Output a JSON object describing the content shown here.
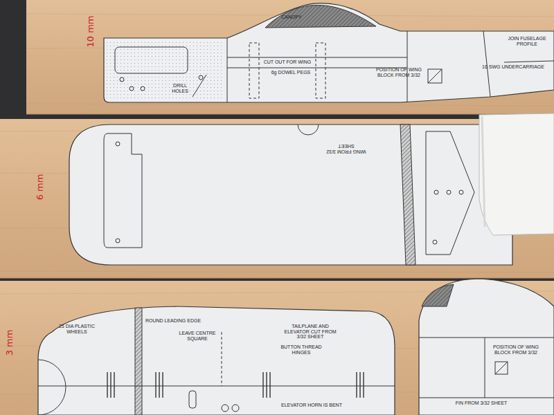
{
  "diagram": {
    "nodes": [
      {
        "text": [
          "CANOPY",
          "CUT OUT FOR WING",
          "6g DOWEL PEGS",
          "POSITION OF WING BLOCK FROM 3/32",
          "DRILL HOLES",
          "JOIN FUSELAGE PROFILE",
          "16 SWG UNDERCARRIAGE"
        ]
      },
      {
        "text": [
          "WING FROM 3/32 SHEET"
        ]
      },
      {
        "text": [
          "25 DIA PLASTIC WHEELS",
          "ROUND LEADING EDGE",
          "LEAVE CENTRE SQUARE",
          "TAILPLANE AND ELEVATOR CUT FROM 3/32 SHEET",
          "BUTTON THREAD HINGES",
          "ELEVATOR HORN IS BENT"
        ]
      },
      {
        "text": [
          "POSITION OF WING BLOCK FROM 3/32",
          "FIN FROM 3/32 SHEET"
        ]
      }
    ],
    "labels": [
      "10 mm",
      "6 mm",
      "3 mm"
    ]
  }
}
